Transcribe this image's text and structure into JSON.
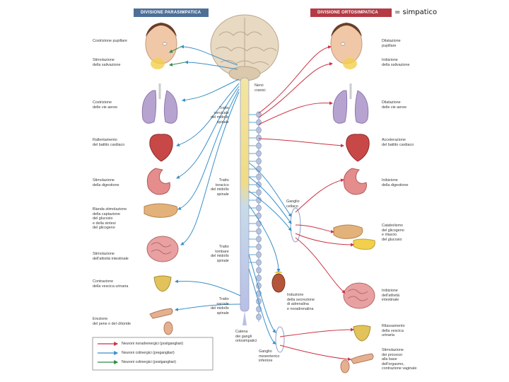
{
  "header": {
    "parasympathetic": "DIVISIONE PARASIMPATICA",
    "sympathetic": "DIVISIONE ORTOSIMPATICA",
    "sympathetic_note": "= simpatico"
  },
  "left_labels": {
    "pupil": "Costrizione pupillare",
    "saliva": "Stimolazione\ndella salivazione",
    "airways": "Costrizione\ndelle vie aeree",
    "heart": "Rallentamento\ndel battito cardiaco",
    "digestion": "Stimolazione\ndella digestione",
    "glucose": "Blanda stimolazione\ndella captazione\ndel glucosio\ne della sintesi\ndel glicogeno",
    "intestine": "Stimolazione\ndell'attività intestinale",
    "bladder": "Contrazione\ndella vescica urinaria",
    "penis": "Erezione\ndel pene o del clitoride"
  },
  "right_labels": {
    "pupil": "Dilatazione\npupillare",
    "saliva": "Inibizione\ndella salivazione",
    "airways": "Dilatazione\ndelle vie aeree",
    "heart": "Accelerazione\ndel battito cardiaco",
    "digestion": "Inibizione\ndella digestione",
    "glucose": "Catabolismo\ndel glicogeno\ne rilascio\ndel glucosio",
    "adrenal": "Induzione\ndella secrezione\ndi adrenalina\ne noradrenalina",
    "intestine": "Inibizione\ndell'attività\nintestinale",
    "bladder": "Rilassamento\ndella vescica\nurinaria",
    "orgasm": "Stimolazione\ndei processi\nalla base\ndell'orgasmo,\ncontrazione vaginale"
  },
  "center_labels": {
    "cranial": "Nervi\ncranici",
    "cervical": "Tratto\ncervicale\ndel midollo\nspinale",
    "thoracic": "Tratto\ntoracico\ndel midollo\nspinale",
    "lumbar": "Tratto\nlombare\ndel midollo\nspinale",
    "sacral": "Tratto\nsacrale\ndel midollo\nspinale",
    "celiac": "Ganglio\nceliaco",
    "chain": "Catena\ndei gangli\nortosimpatici",
    "mesenteric": "Ganglio\nmesenterico\ninferiore"
  },
  "legend": [
    {
      "label": "Neuroni noradrenergici (postgangliari)",
      "color": "#cc3344"
    },
    {
      "label": "Neuroni colinergici (pregangliari)",
      "color": "#3a8fc8"
    },
    {
      "label": "Neuroni colinergici (postgangliari)",
      "color": "#2e8a4a"
    }
  ],
  "colors": {
    "para_header": "#4d6f98",
    "orto_header": "#b43a45",
    "noradrenergic": "#cc3344",
    "cholinergic_pre": "#3a8fc8",
    "cholinergic_post": "#2e8a4a"
  }
}
